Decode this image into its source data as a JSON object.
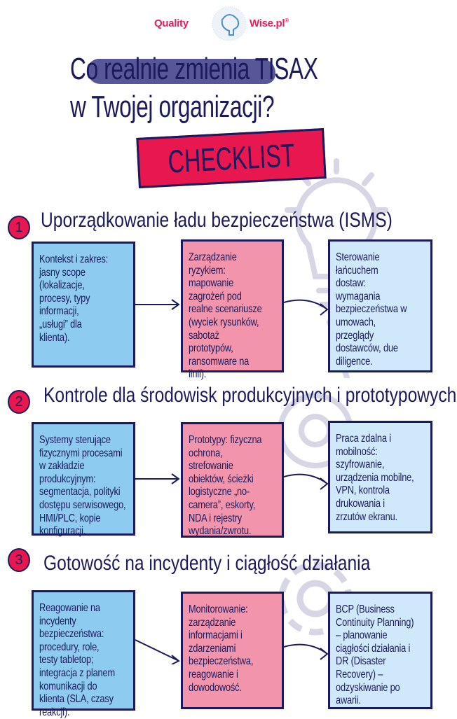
{
  "logo": {
    "left": "Quality",
    "right": "Wise.pl",
    "mark": "®"
  },
  "title": {
    "line1_pre": "Co",
    "line1_highlight": "realnie zmienia",
    "line1_post": "TISAX",
    "line2": "w Twojej organizacji?"
  },
  "badge": "CHECKLIST",
  "colors": {
    "navy": "#1b1a5c",
    "red": "#e8174f",
    "box_blue": "#8ecbf0",
    "box_pink": "#f294ab",
    "box_light": "#cfe9fb",
    "logo_pink": "#e2205f"
  },
  "sections": [
    {
      "number": "1",
      "heading": "Uporządkowanie ładu bezpieczeństwa (ISMS)",
      "background_icon": "lightbulb-icon",
      "boxes": [
        "Kontekst i zakres:\njasny scope\n(lokalizacje,\nprocesy, typy\ninformacji,\n„usługi” dla\nklienta).",
        "Zarządzanie\nryzykiem:\nmapowanie\nzagrożeń pod\nrealne scenariusze\n(wyciek rysunków,\nsabotaż\nprototypów,\nransomware na\nlinii).",
        "Sterowanie\nłańcuchem\ndostaw:\nwymagania\nbezpieczeństwa w\numowach,\nprzeglądy\ndostawców, due\ndiligence."
      ]
    },
    {
      "number": "2",
      "heading": "Kontrole dla środowisk produkcyjnych i prototypowych",
      "background_icon": "at-sign-icon",
      "boxes": [
        "Systemy sterujące\nfizycznymi procesami\nw zakładzie\nprodukcyjnym:\nsegmentacja, polityki\ndostępu serwisowego,\nHMI/PLC, kopie\nkonfiguracji.",
        "Prototypy: fizyczna\nochrona,\nstrefowanie\nobiektów, ścieżki\nlogistyczne „no-\ncamera”, eskorty,\nNDA i rejestry\nwydania/zwrotu.",
        "Praca zdalna i\nmobilność:\nszyfrowanie,\nurządzenia mobilne,\nVPN, kontrola\ndrukowania i\nzrzutów ekranu."
      ]
    },
    {
      "number": "3",
      "heading": "Gotowość na incydenty i ciągłość działania",
      "background_icon": "gear-icon",
      "boxes": [
        "Reagowanie na\nincydenty\nbezpieczeństwa:\nprocedury, role,\ntesty tabletop;\nintegracja z planem\nkomunikacji do\nklienta (SLA, czasy\nreakcji).",
        "Monitorowanie:\nzarządzanie\ninformacjami i\nzdarzeniami\nbezpieczeństwa,\nreagowanie i\ndowodowość.",
        "BCP (Business\nContinuity Planning)\n– planowanie\nciągłości działania i\nDR (Disaster\nRecovery) –\nodzyskiwanie po\nawarii."
      ]
    }
  ]
}
